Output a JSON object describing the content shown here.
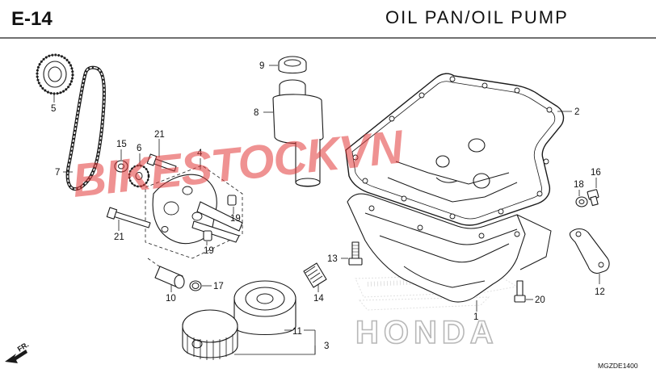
{
  "header": {
    "section_code": "E-14",
    "title": "OIL  PAN/OIL  PUMP"
  },
  "callouts": [
    "1",
    "2",
    "3",
    "4",
    "5",
    "6",
    "7",
    "8",
    "9",
    "10",
    "11",
    "12",
    "13",
    "14",
    "15",
    "16",
    "17",
    "18",
    "19",
    "19",
    "20",
    "21",
    "21"
  ],
  "reference_code": "MGZDE1400",
  "front_indicator": "FR.",
  "watermark": "BIKESTOCKVN",
  "brand_mark": "HONDA",
  "colors": {
    "line": "#1a1a1a",
    "watermark": "#e23a3a",
    "brand_mark": "#b8b8b8",
    "background": "#ffffff"
  }
}
